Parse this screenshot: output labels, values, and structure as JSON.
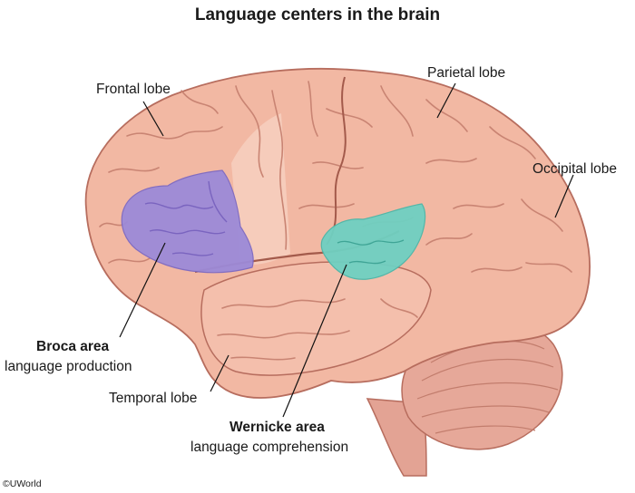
{
  "title": "Language centers in the brain",
  "labels": {
    "frontal": "Frontal lobe",
    "parietal": "Parietal lobe",
    "occipital": "Occipital lobe",
    "temporal": "Temporal lobe",
    "broca_name": "Broca area",
    "broca_desc": "language production",
    "wernicke_name": "Wernicke area",
    "wernicke_desc": "language comprehension"
  },
  "copyright": "©UWorld",
  "colors": {
    "brain": "#f2b8a3",
    "brain_outline": "#b76d5e",
    "sulcus": "#c98473",
    "broca": "#9c8ad8",
    "wernicke": "#6fd0c2",
    "cerebellum": "#e6a899",
    "leader_line": "#111111"
  }
}
